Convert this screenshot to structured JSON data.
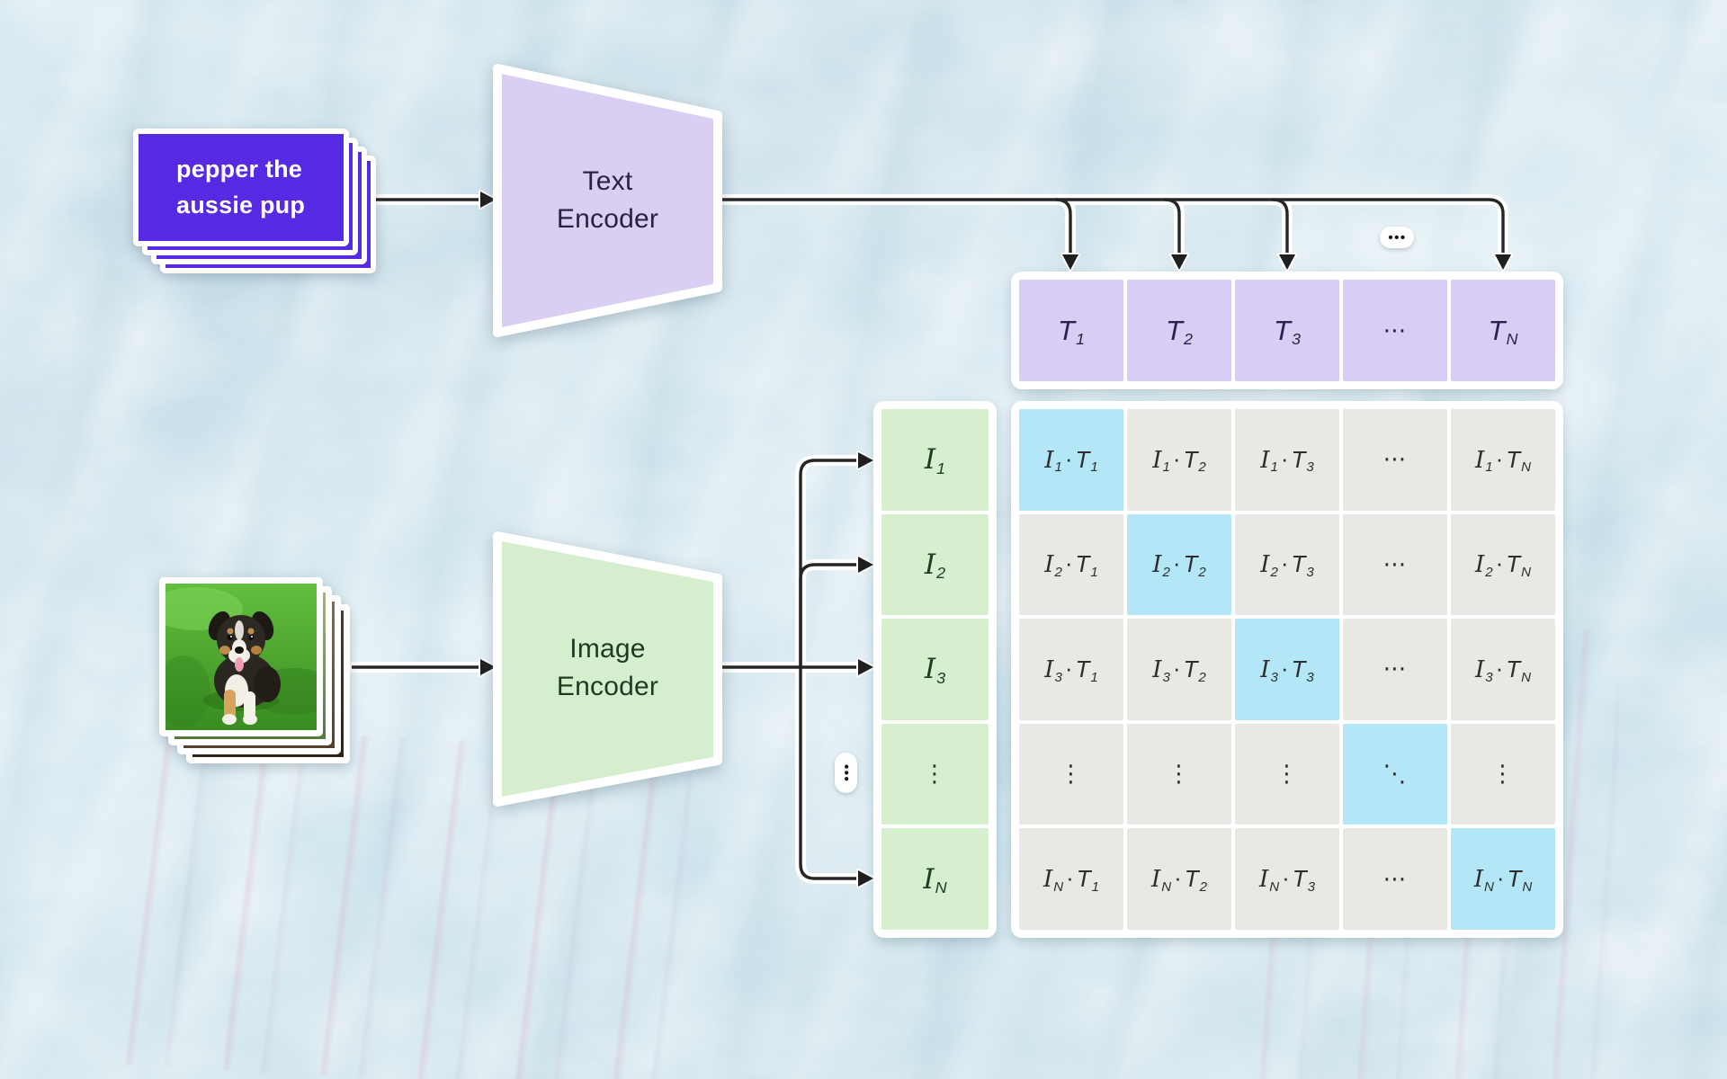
{
  "colors": {
    "background": "#cde2eb",
    "prompt_card": "#5629e2",
    "encoder_lavender": "#dacff3",
    "encoder_green": "#d5eecd",
    "text_embedding_cell": "#d9cdf3",
    "image_embedding_cell": "#d6efcf",
    "matrix_cell_gray": "#e9e8e5",
    "matrix_cell_highlight": "#b3e7f8",
    "arrow": "#262626",
    "pink_veins": "#d696b4"
  },
  "text_input": {
    "line1": "pepper the",
    "line2": "aussie pup"
  },
  "image_input": {
    "description": "puppy-photo"
  },
  "text_encoder": {
    "line1": "Text",
    "line2": "Encoder"
  },
  "image_encoder": {
    "line1": "Image",
    "line2": "Encoder"
  },
  "ellipsis_bubbles": {
    "horizontal": "•••",
    "vertical": "•••"
  },
  "text_embeddings": {
    "cells": [
      {
        "base": "T",
        "sub": "1"
      },
      {
        "base": "T",
        "sub": "2"
      },
      {
        "base": "T",
        "sub": "3"
      },
      {
        "dots": "⋯"
      },
      {
        "base": "T",
        "sub": "N"
      }
    ]
  },
  "image_embeddings": {
    "cells": [
      {
        "base": "I",
        "sub": "1"
      },
      {
        "base": "I",
        "sub": "2"
      },
      {
        "base": "I",
        "sub": "3"
      },
      {
        "dots": "⋮"
      },
      {
        "base": "I",
        "sub": "N"
      }
    ]
  },
  "matrix": {
    "cells": [
      {
        "i": "I",
        "i_sub": "1",
        "dot": "·",
        "t": "T",
        "t_sub": "1",
        "highlight": true
      },
      {
        "i": "I",
        "i_sub": "1",
        "dot": "·",
        "t": "T",
        "t_sub": "2",
        "highlight": false
      },
      {
        "i": "I",
        "i_sub": "1",
        "dot": "·",
        "t": "T",
        "t_sub": "3",
        "highlight": false
      },
      {
        "dots": "⋯",
        "highlight": false
      },
      {
        "i": "I",
        "i_sub": "1",
        "dot": "·",
        "t": "T",
        "t_sub": "N",
        "highlight": false
      },
      {
        "i": "I",
        "i_sub": "2",
        "dot": "·",
        "t": "T",
        "t_sub": "1",
        "highlight": false
      },
      {
        "i": "I",
        "i_sub": "2",
        "dot": "·",
        "t": "T",
        "t_sub": "2",
        "highlight": true
      },
      {
        "i": "I",
        "i_sub": "2",
        "dot": "·",
        "t": "T",
        "t_sub": "3",
        "highlight": false
      },
      {
        "dots": "⋯",
        "highlight": false
      },
      {
        "i": "I",
        "i_sub": "2",
        "dot": "·",
        "t": "T",
        "t_sub": "N",
        "highlight": false
      },
      {
        "i": "I",
        "i_sub": "3",
        "dot": "·",
        "t": "T",
        "t_sub": "1",
        "highlight": false
      },
      {
        "i": "I",
        "i_sub": "3",
        "dot": "·",
        "t": "T",
        "t_sub": "2",
        "highlight": false
      },
      {
        "i": "I",
        "i_sub": "3",
        "dot": "·",
        "t": "T",
        "t_sub": "3",
        "highlight": true
      },
      {
        "dots": "⋯",
        "highlight": false
      },
      {
        "i": "I",
        "i_sub": "3",
        "dot": "·",
        "t": "T",
        "t_sub": "N",
        "highlight": false
      },
      {
        "dots": "⋮",
        "highlight": false
      },
      {
        "dots": "⋮",
        "highlight": false
      },
      {
        "dots": "⋮",
        "highlight": false
      },
      {
        "dots": "⋱",
        "highlight": true
      },
      {
        "dots": "⋮",
        "highlight": false
      },
      {
        "i": "I",
        "i_sub": "N",
        "dot": "·",
        "t": "T",
        "t_sub": "1",
        "highlight": false
      },
      {
        "i": "I",
        "i_sub": "N",
        "dot": "·",
        "t": "T",
        "t_sub": "2",
        "highlight": false
      },
      {
        "i": "I",
        "i_sub": "N",
        "dot": "·",
        "t": "T",
        "t_sub": "3",
        "highlight": false
      },
      {
        "dots": "⋯",
        "highlight": false
      },
      {
        "i": "I",
        "i_sub": "N",
        "dot": "·",
        "t": "T",
        "t_sub": "N",
        "highlight": true
      }
    ]
  }
}
